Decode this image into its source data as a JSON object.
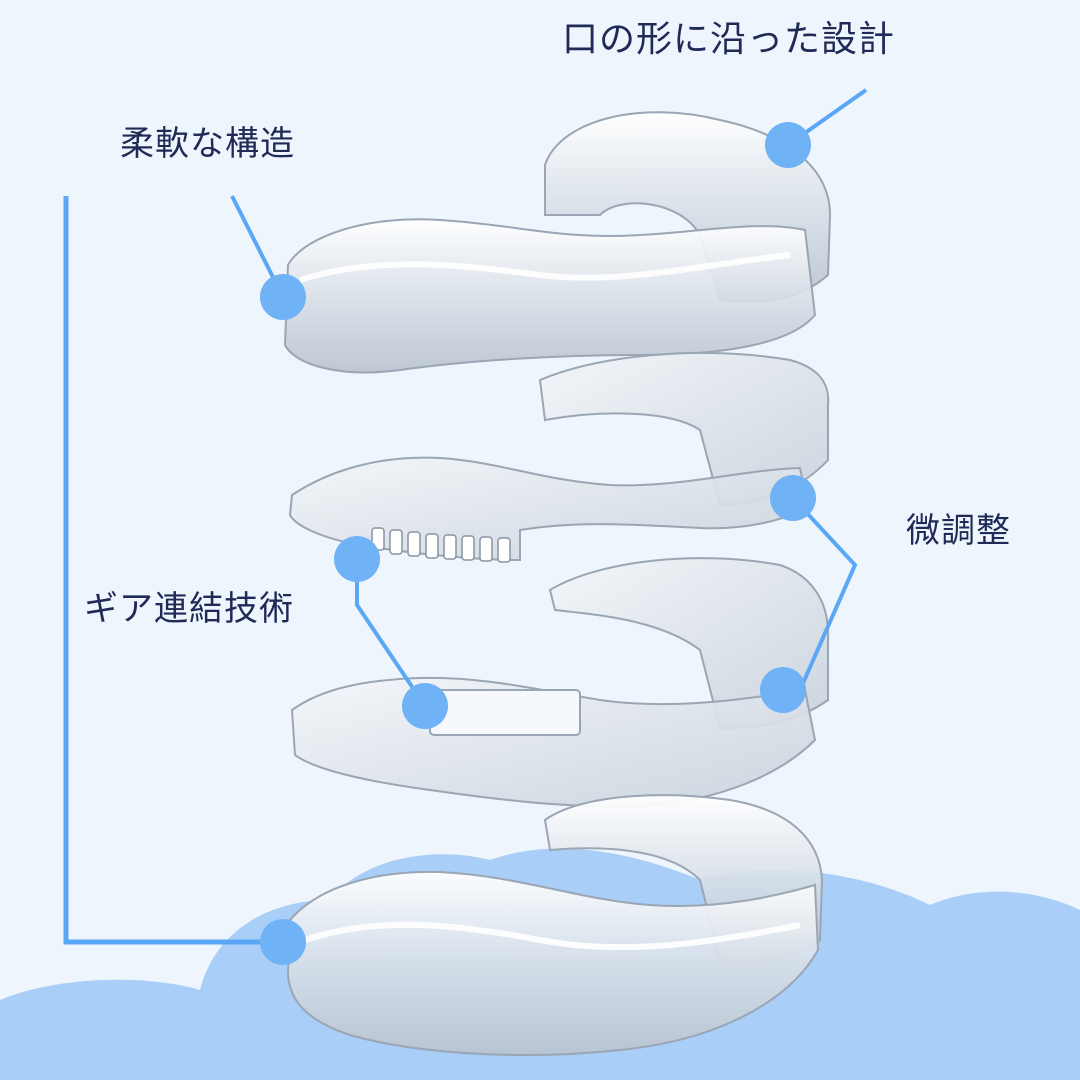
{
  "labels": {
    "mouth_shape_design": "口の形に沿った設計",
    "flexible_structure": "柔軟な構造",
    "fine_adjustment": "微調整",
    "gear_link_technology": "ギア連結技術"
  },
  "colors": {
    "background": "#eef5fc",
    "cloud": "#a9cff8",
    "accent_line": "#5aa8f5",
    "marker": "#6fb2f6",
    "text": "#1f2a56",
    "tray": "#dfe6ee"
  },
  "icons": [
    "callout-dot-icon"
  ]
}
